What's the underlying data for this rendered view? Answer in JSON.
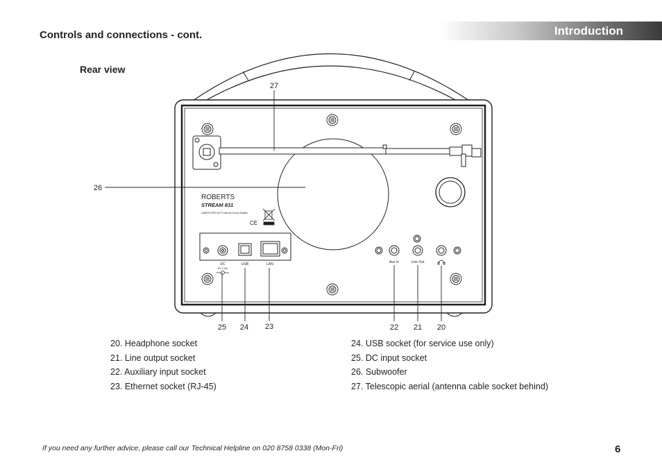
{
  "header": {
    "section_title": "Controls and connections - cont.",
    "banner_title": "Introduction"
  },
  "subtitle": "Rear view",
  "diagram": {
    "callouts": {
      "c27": "27",
      "c26": "26",
      "c25": "25",
      "c24": "24",
      "c23": "23",
      "c22": "22",
      "c21": "21",
      "c20": "20"
    },
    "brand": "ROBERTS",
    "model": "STREAM 831",
    "tagline": "DAB/FM RDS Wi-Fi Internet Sound System",
    "ce_mark": "CE",
    "socket_labels": {
      "dc": "DC",
      "dc_rating": "9V 1.6A",
      "usb": "USB",
      "lan": "LAN",
      "aux_in": "Aux in",
      "line_out": "Line Out"
    }
  },
  "legend_left": [
    "20.  Headphone socket",
    "21.  Line output socket",
    "22.  Auxiliary input socket",
    "23.  Ethernet socket (RJ-45)"
  ],
  "legend_right": [
    "24.  USB socket (for service use only)",
    "25.  DC input socket",
    "26.  Subwoofer",
    "27.  Telescopic aerial (antenna cable socket behind)"
  ],
  "footer": "If you need any further advice, please call our Technical Helpline on 020 8758 0338 (Mon-Fri)",
  "page_number": "6"
}
